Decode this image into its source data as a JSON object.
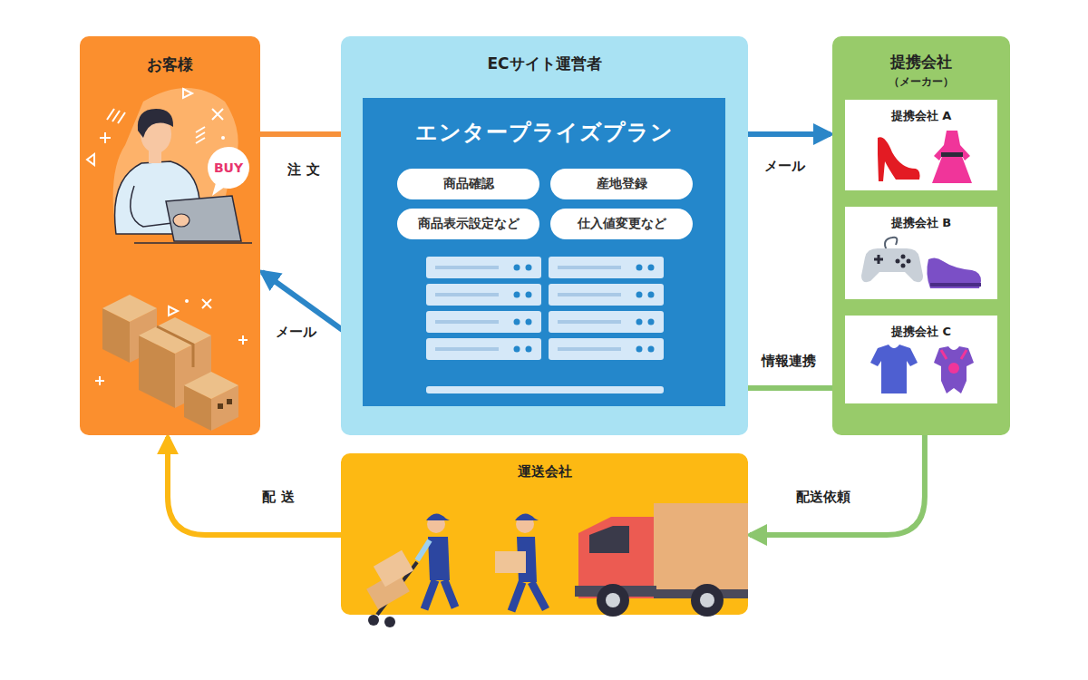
{
  "diagram": {
    "nodes": [
      {
        "text": [
          "お客様"
        ]
      },
      {
        "text": [
          "ECサイト運営者"
        ]
      },
      {
        "text": [
          "エンタープライズプラン"
        ],
        "in": 1
      },
      {
        "text": [
          "商品確認"
        ],
        "in": 2
      },
      {
        "text": [
          "産地登録"
        ],
        "in": 2
      },
      {
        "text": [
          "商品表示設定など"
        ],
        "in": 2
      },
      {
        "text": [
          "仕入値変更など"
        ],
        "in": 2
      },
      {
        "text": [
          "提携会社",
          "（メーカー）"
        ]
      },
      {
        "text": [
          "提携会社 A"
        ],
        "in": 7
      },
      {
        "text": [
          "提携会社 B"
        ],
        "in": 7
      },
      {
        "text": [
          "提携会社 C"
        ],
        "in": 7
      },
      {
        "text": [
          "運送会社"
        ]
      }
    ],
    "edges": [
      {
        "from": 0,
        "to": 2,
        "label": "注 文",
        "arrow": "to"
      },
      {
        "from": 2,
        "to": 7,
        "label": "メール",
        "arrow": "to"
      },
      {
        "from": 2,
        "to": 0,
        "label": "メール",
        "arrow": "to"
      },
      {
        "from": 7,
        "to": 2,
        "label": "情報連携",
        "arrow": "to"
      },
      {
        "from": 7,
        "to": 11,
        "label": "配送依頼",
        "arrow": "to"
      },
      {
        "from": 11,
        "to": 0,
        "label": "配 送",
        "arrow": "to"
      }
    ],
    "labels": [
      "BUY"
    ]
  }
}
